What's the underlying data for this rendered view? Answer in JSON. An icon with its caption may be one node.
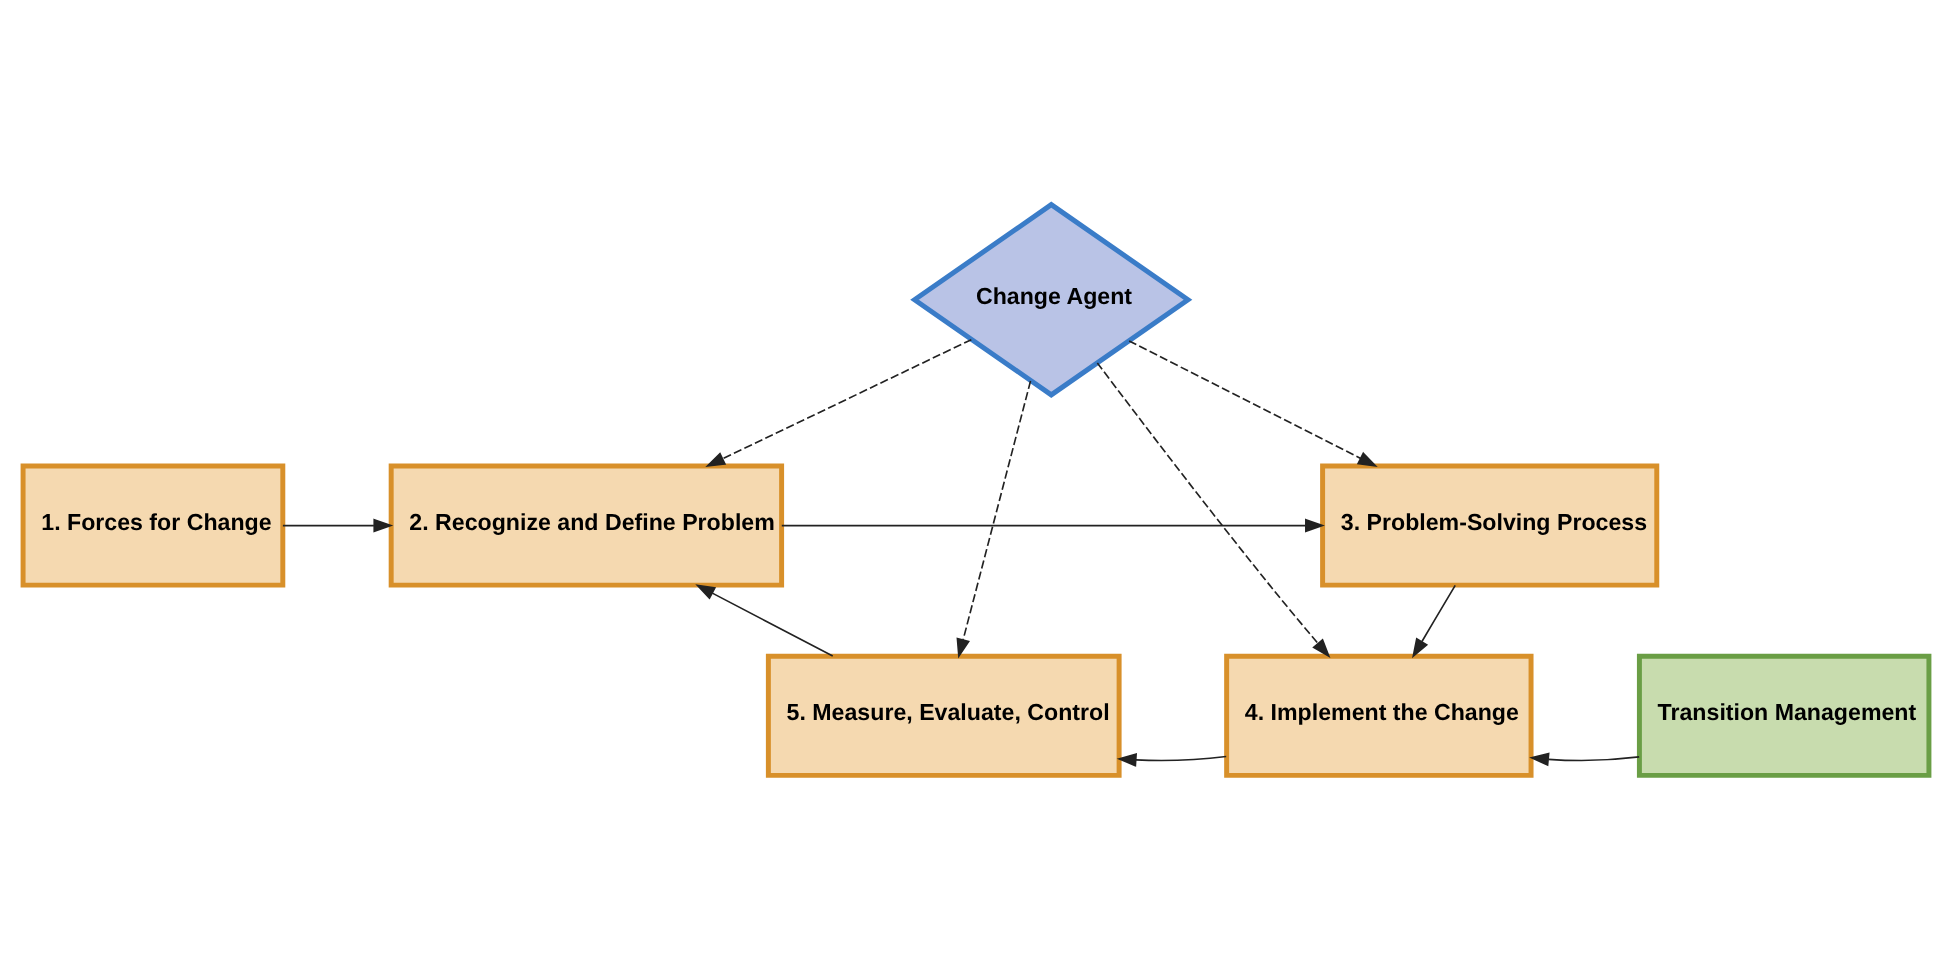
{
  "diagram": {
    "nodes": [
      {
        "text": [
          "1. Forces for Change"
        ]
      },
      {
        "text": [
          "2. Recognize and Define Problem"
        ]
      },
      {
        "text": [
          "3. Problem-Solving Process"
        ]
      },
      {
        "text": [
          "Change Agent"
        ]
      },
      {
        "text": [
          "5. Measure, Evaluate, Control"
        ]
      },
      {
        "text": [
          "4. Implement the Change"
        ]
      },
      {
        "text": [
          "Transition Management"
        ]
      }
    ],
    "edges": [
      {
        "from": 0,
        "to": 1,
        "arrow": "to"
      },
      {
        "from": 1,
        "to": 2,
        "arrow": "to"
      },
      {
        "from": 2,
        "to": 5,
        "arrow": "to"
      },
      {
        "from": 5,
        "to": 4,
        "arrow": "to"
      },
      {
        "from": 4,
        "to": 1,
        "arrow": "to"
      },
      {
        "from": 6,
        "to": 5,
        "arrow": "to"
      },
      {
        "from": 3,
        "to": 1,
        "arrow": "to",
        "style": "dashed"
      },
      {
        "from": 3,
        "to": 2,
        "arrow": "to",
        "style": "dashed"
      },
      {
        "from": 3,
        "to": 4,
        "arrow": "to",
        "style": "dashed"
      },
      {
        "from": 3,
        "to": 5,
        "arrow": "to",
        "style": "dashed"
      }
    ]
  }
}
